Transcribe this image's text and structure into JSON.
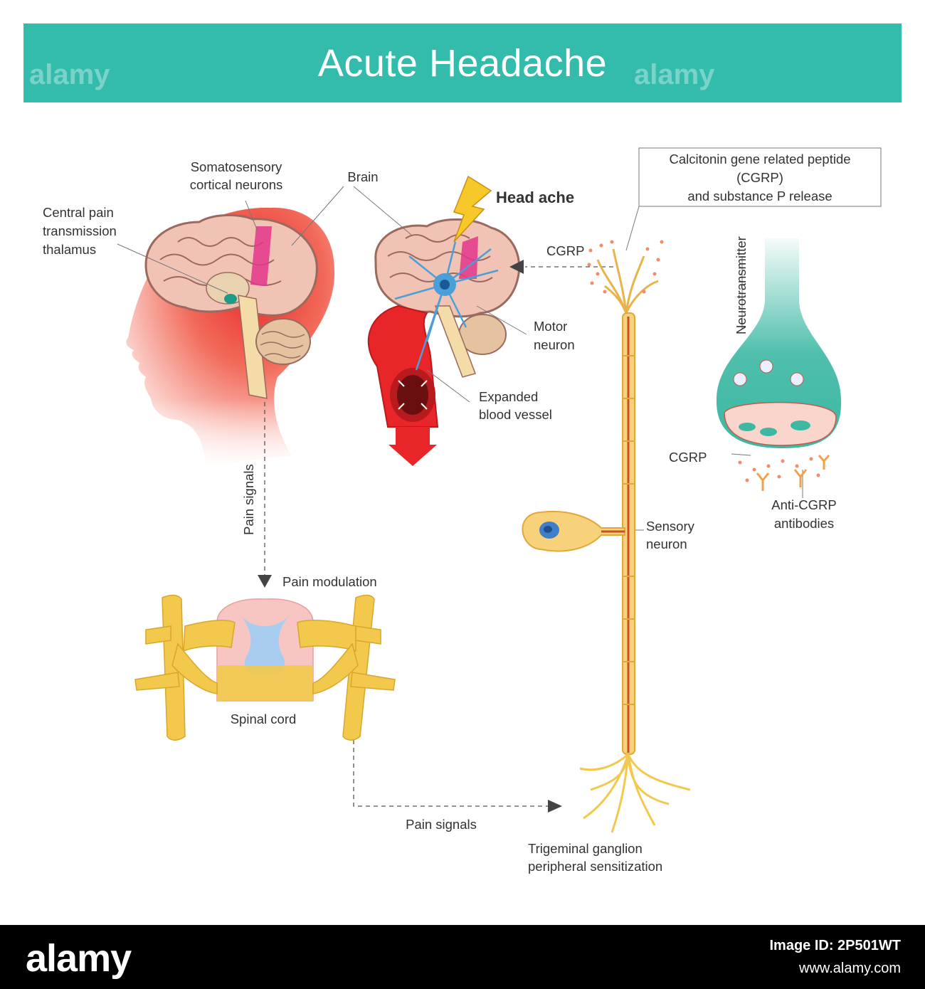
{
  "title": "Acute Headache",
  "watermark": "alamy",
  "labels": {
    "somatosensory": [
      "Somatosensory",
      "cortical neurons"
    ],
    "brain": "Brain",
    "central_pain": [
      "Central pain",
      "transmission",
      "thalamus"
    ],
    "head_ache": "Head ache",
    "cgrp_brain": "CGRP",
    "calcitonin": [
      "Calcitonin gene related peptide",
      "(CGRP)",
      "and substance P release"
    ],
    "neurotransmitter": "Neurotransmitter",
    "motor_neuron": [
      "Motor",
      "neuron"
    ],
    "expanded_vessel": [
      "Expanded",
      "blood vessel"
    ],
    "pain_signals_vertical": "Pain signals",
    "cgrp_synapse": "CGRP",
    "anti_cgrp": [
      "Anti-CGRP",
      "antibodies"
    ],
    "sensory_neuron": [
      "Sensory",
      "neuron"
    ],
    "pain_modulation": "Pain modulation",
    "spinal_cord": "Spinal cord",
    "pain_signals_bottom": "Pain signals",
    "trigeminal": [
      "Trigeminal ganglion",
      "peripheral sensitization"
    ]
  },
  "footer": {
    "logo": "alamy",
    "image_id": "Image ID: 2P501WT",
    "url": "www.alamy.com"
  },
  "colors": {
    "title_bar": "#33bcac",
    "brain_pink": "#f1c3b5",
    "head_red": "#e8262a",
    "nerve_yellow": "#f7c93a",
    "synapse_teal": "#3cb8a3"
  }
}
